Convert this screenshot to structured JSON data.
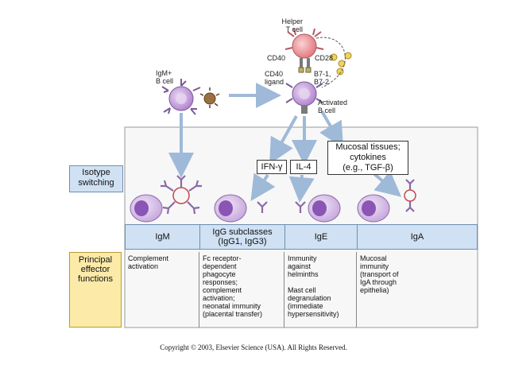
{
  "labels": {
    "helper_t_cell": "Helper\nT cell",
    "igm_b_cell": "IgM+\nB cell",
    "cd40": "CD40",
    "cd28": "CD28",
    "cd40_ligand": "CD40\nligand",
    "b7": "B7-1,\nB7-2",
    "activated_b_cell": "Activated\nB cell",
    "ifn": "IFN-γ",
    "il4": "IL-4",
    "mucosal": "Mucosal tissues;\ncytokines\n(e.g., TGF-β)",
    "isotype_switching": "Isotype\nswitching",
    "principal_effector": "Principal\neffector\nfunctions"
  },
  "isotypes": [
    "IgM",
    "IgG subclasses\n(IgG1, IgG3)",
    "IgE",
    "IgA"
  ],
  "functions": [
    "Complement\nactivation",
    "Fc receptor-\ndependent\nphagocyte\nresponses;\ncomplement\nactivation;\nneonatal immunity\n(placental transfer)",
    "Immunity\nagainst\nhelminths\n\nMast cell\ndegranulation\n(immediate\nhypersensitivity)",
    "Mucosal\nimmunity\n(transport of\nIgA through\nepithelia)"
  ],
  "copyright": "Copyright © 2003, Elsevier Science (USA). All Rights Reserved.",
  "colors": {
    "cell_fill": "#c9a9dc",
    "nucleus": "#8a55b5",
    "t_cell": "#f2a0a4",
    "antibody": "#8a6aa8",
    "arrow": "#9fb9d8",
    "header_blue": "#cfe1f3",
    "effector_yellow": "#fbeaa8"
  }
}
